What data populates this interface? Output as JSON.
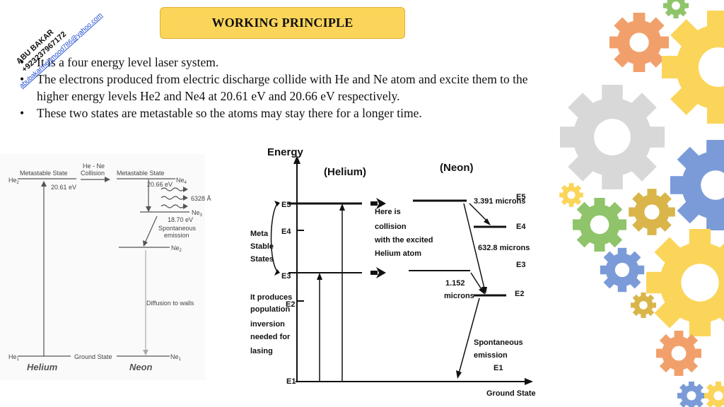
{
  "title": "WORKING PRINCIPLE",
  "bullets": [
    "It is a four energy level laser system.",
    "The electrons produced from electric discharge collide with He and Ne atom and excite them to the higher energy levels He2 and Ne4 at 20.61 eV and 20.66 eV respectively.",
    "These two states are metastable so the atoms may stay there for a longer time."
  ],
  "bullet_symbol": "•",
  "watermark": {
    "name": "ABU BAKAR",
    "phone": "+923237967172",
    "email": "abubakarmehmood786@yahoo.com"
  },
  "left_diagram": {
    "he_top": "He",
    "he_top_sub": "2",
    "metastable_left": "Metastable State",
    "collision": [
      "He - Ne",
      "Collision"
    ],
    "metastable_right": "Metastable State",
    "he_energy": "20.61 eV",
    "ne4": "Ne",
    "ne4_sub": "4",
    "ne4_energy": "20.66 eV",
    "wavelength": "6328 Å",
    "ne3": "Ne",
    "ne3_sub": "3",
    "ne3_energy": "18.70 eV",
    "spontaneous": [
      "Spontaneous",
      "emission"
    ],
    "ne2": "Ne",
    "ne2_sub": "2",
    "diffusion": "Diffusion to walls",
    "he_bottom": "He",
    "he_bottom_sub": "1",
    "ground": "Ground State",
    "ne1": "Ne",
    "ne1_sub": "1",
    "helium": "Helium",
    "neon": "Neon"
  },
  "main_diagram": {
    "energy": "Energy",
    "helium": "(Helium)",
    "neon": "(Neon)",
    "e5": "E5",
    "e4": "E4",
    "e3": "E3",
    "e2": "E2",
    "e1": "E1",
    "meta": [
      "Meta",
      "Stable",
      "States"
    ],
    "collision": [
      "Here is",
      "collision",
      "with the excited",
      "Helium atom"
    ],
    "produces": [
      "It produces",
      "population",
      "inversion",
      "needed for",
      "lasing"
    ],
    "r3391": "3.391 microns",
    "r6328": "632.8 microns",
    "r1152": [
      "1.152",
      "microns"
    ],
    "spontaneous": [
      "Spontaneous",
      "emission"
    ],
    "ground": "Ground State",
    "ne_e5": "E5",
    "ne_e4": "E4",
    "ne_e3": "E3",
    "ne_e2": "E2",
    "ne_e1": "E1"
  },
  "colors": {
    "title_bg": "#fbd55a",
    "gear_orange": "#f2a06b",
    "gear_gray": "#d8d8d8",
    "gear_yellow": "#fbd55a",
    "gear_blue": "#7b9bd8",
    "gear_green": "#8fc46a",
    "gear_olive": "#d9b54a",
    "watermark_blue": "#1f4bd1"
  }
}
